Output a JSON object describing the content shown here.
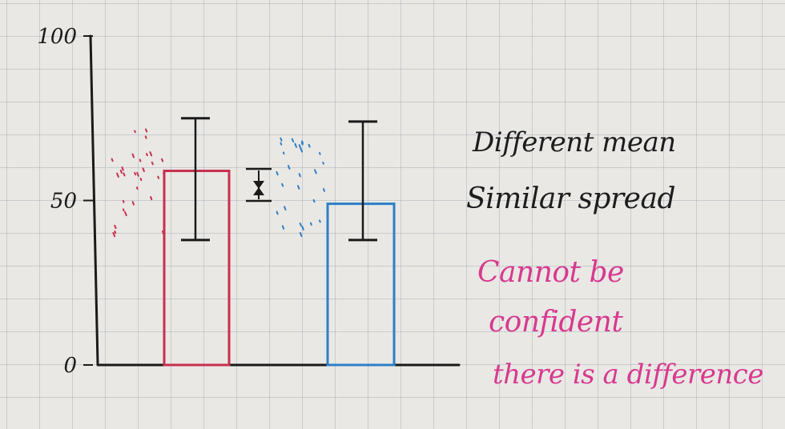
{
  "chart_data": {
    "type": "bar",
    "categories": [
      "",
      ""
    ],
    "values": [
      59,
      49
    ],
    "error_bars": [
      [
        38,
        75
      ],
      [
        38,
        74
      ]
    ],
    "ylim": [
      0,
      100
    ],
    "yticks": [
      {
        "value": 0,
        "label": "0"
      },
      {
        "value": 50,
        "label": "50"
      },
      {
        "value": 100,
        "label": "100"
      }
    ],
    "grid": false,
    "colors": [
      "#c8304e",
      "#2f7fc7"
    ],
    "annotations": [
      "Different mean",
      "Similar spread"
    ],
    "conclusion": [
      "Cannot be",
      "confident",
      "there is a difference"
    ],
    "note_colors": {
      "black": "#1d1d1f",
      "pink": "#d8398f"
    }
  }
}
